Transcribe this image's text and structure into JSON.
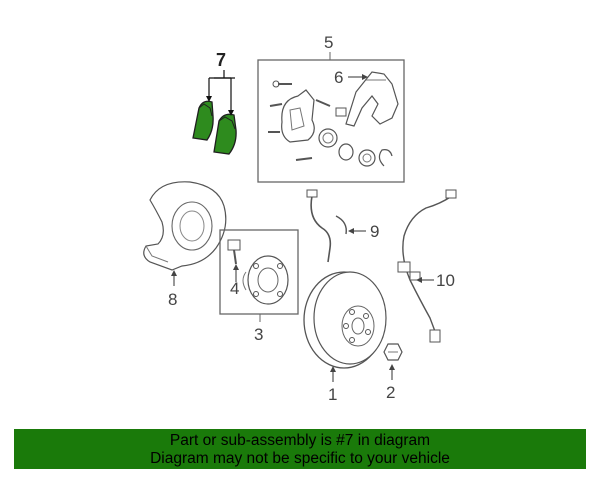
{
  "callouts": {
    "n1": "1",
    "n2": "2",
    "n3": "3",
    "n4": "4",
    "n5": "5",
    "n6": "6",
    "n7": "7",
    "n8": "8",
    "n9": "9",
    "n10": "10"
  },
  "banner": {
    "line1": "Part or sub-assembly is #7 in diagram",
    "line2": "Diagram may not be specific to your vehicle"
  },
  "colors": {
    "highlight": "#2e8b1e",
    "banner_bg": "#1a7a0a",
    "line": "#555555"
  },
  "parts": [
    "disc-rotor",
    "lug-nut",
    "hub-assembly",
    "hub-bolt",
    "caliper-assembly",
    "caliper-bracket",
    "brake-pads",
    "dust-shield",
    "brake-hose",
    "abs-sensor"
  ]
}
